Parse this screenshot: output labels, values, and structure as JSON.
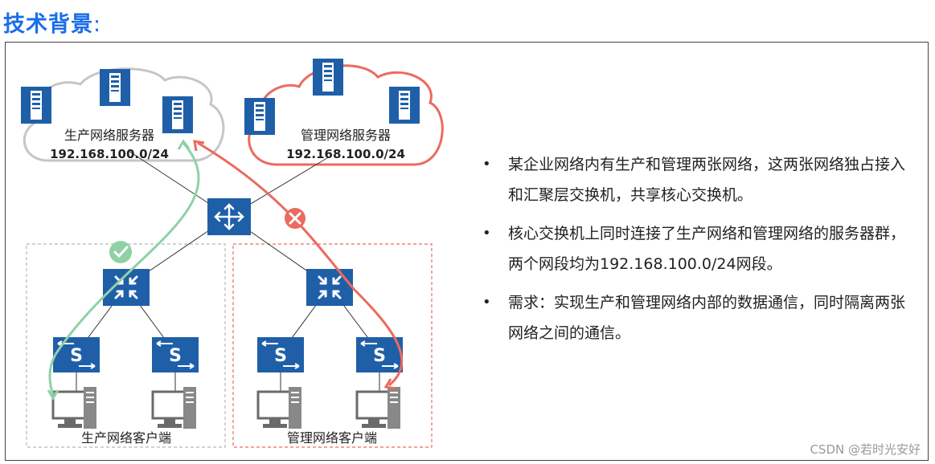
{
  "title": {
    "text": "技术背景",
    "colon": ":"
  },
  "diagram": {
    "production_servers": {
      "label": "生产网络服务器",
      "subnet": "192.168.100.0/24"
    },
    "management_servers": {
      "label": "管理网络服务器",
      "subnet": "192.168.100.0/24"
    },
    "production_clients": {
      "label": "生产网络客户端"
    },
    "management_clients": {
      "label": "管理网络客户端"
    },
    "switch_glyph": "S",
    "allowed_path_color": "#8fd1a6",
    "blocked_path_color": "#ec6a5e",
    "device_color": "#1f5fa8"
  },
  "bullets": [
    {
      "text": "某企业网络内有生产和管理两张网络，这两张网络独占接入和汇聚层交换机，共享核心交换机。"
    },
    {
      "text": "核心交换机上同时连接了生产网络和管理网络的服务器群，两个网段均为192.168.100.0/24网段。"
    },
    {
      "text": "需求：实现生产和管理网络内部的数据通信，同时隔离两张网络之间的通信。"
    }
  ],
  "bullet_marker": "•",
  "watermark": "CSDN @若时光安好"
}
